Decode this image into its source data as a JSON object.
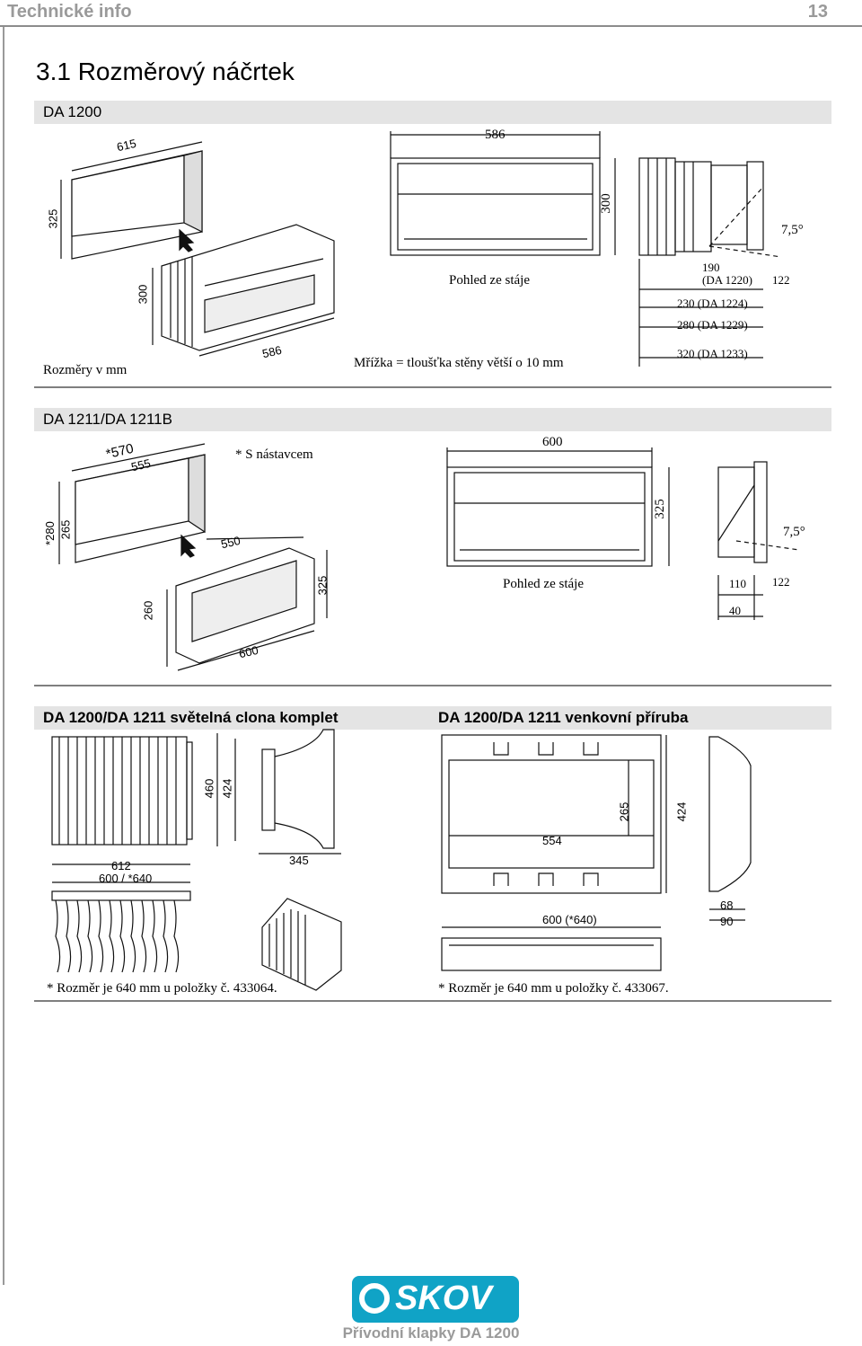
{
  "header": {
    "title": "Technické info",
    "page_number": "13"
  },
  "section_title": "3.1 Rozměrový náčrtek",
  "block1": {
    "heading": "DA 1200",
    "dim_615": "615",
    "dim_325": "325",
    "dim_300_left": "300",
    "dim_586_bottom": "586",
    "dim_586_top": "586",
    "dim_300_right": "300",
    "view_label": "Pohled ze stáje",
    "units_label": "Rozměry v mm",
    "grid_note": "Mřížka = tloušťka stěny větší o 10 mm",
    "angle": "7,5°",
    "dim_190": "190",
    "da1220": "(DA 1220)",
    "dim_122": "122",
    "da1224": "230 (DA 1224)",
    "da1229": "280 (DA 1229)",
    "da1233": "320 (DA 1233)"
  },
  "block2": {
    "heading": "DA 1211/DA 1211B",
    "dim_570": "*570",
    "dim_555": "555",
    "note": "* S nástavcem",
    "dim_600_top": "600",
    "dim_280": "*280",
    "dim_265": "265",
    "dim_550": "550",
    "dim_325_right": "325",
    "dim_325_mid": "325",
    "dim_260": "260",
    "dim_600_bottom": "600",
    "view_label": "Pohled ze stáje",
    "angle": "7,5°",
    "dim_110": "110",
    "dim_122": "122",
    "dim_40": "40"
  },
  "block3": {
    "heading_left": "DA 1200/DA 1211 světelná clona komplet",
    "heading_right": "DA 1200/DA 1211 venkovní příruba",
    "dim_460": "460",
    "dim_424": "424",
    "dim_612": "612",
    "dim_600_640": "600 / *640",
    "dim_345": "345",
    "dim_554": "554",
    "dim_265": "265",
    "dim_424_r": "424",
    "dim_600_640_r": "600 (*640)",
    "dim_68": "68",
    "dim_90": "90",
    "note_left": "* Rozměr je 640 mm u položky č. 433064.",
    "note_right": "* Rozměr je 640 mm u položky č. 433067."
  },
  "logo": {
    "text": "SKOV"
  },
  "footer": {
    "text": "Přívodní klapky DA 1200"
  }
}
